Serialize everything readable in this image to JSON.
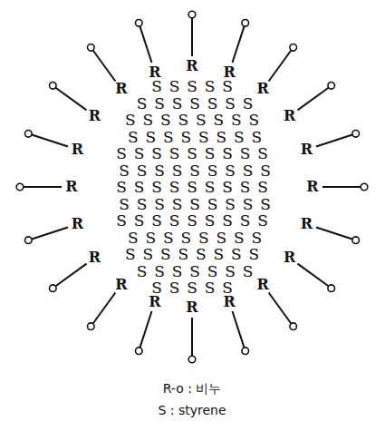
{
  "diagram": {
    "labels": [
      "R",
      "R",
      "R",
      "R",
      "R",
      "R",
      "R",
      "R",
      "R",
      "R",
      "R",
      "R",
      "R",
      "R",
      "R",
      "R",
      "R",
      "R",
      "R",
      "R",
      "S",
      "S",
      "S",
      "S",
      "S",
      "S",
      "S",
      "S",
      "S",
      "S",
      "S",
      "S",
      "S",
      "S",
      "S",
      "S",
      "S",
      "S",
      "S",
      "S",
      "S",
      "S",
      "S",
      "S",
      "S",
      "S",
      "S",
      "S",
      "S",
      "S",
      "S",
      "S",
      "S",
      "S",
      "S",
      "S",
      "S",
      "S",
      "S",
      "S",
      "S",
      "S",
      "S",
      "S",
      "S",
      "S",
      "S",
      "S",
      "S",
      "S",
      "S",
      "S",
      "S",
      "S",
      "S",
      "S",
      "S",
      "S",
      "S",
      "S",
      "S",
      "S",
      "S",
      "S",
      "S",
      "S",
      "S",
      "S",
      "S",
      "S",
      "S",
      "S",
      "S",
      "S",
      "S",
      "S",
      "S",
      "S",
      "S",
      "S",
      "S",
      "S",
      "S",
      "S",
      "S",
      "S",
      "S",
      "S",
      "S",
      "S",
      "S",
      "S",
      "S",
      "S",
      "S",
      "S",
      "S",
      "S",
      "S",
      "S",
      "S",
      "R-o : 비누",
      "S : styrene"
    ]
  }
}
